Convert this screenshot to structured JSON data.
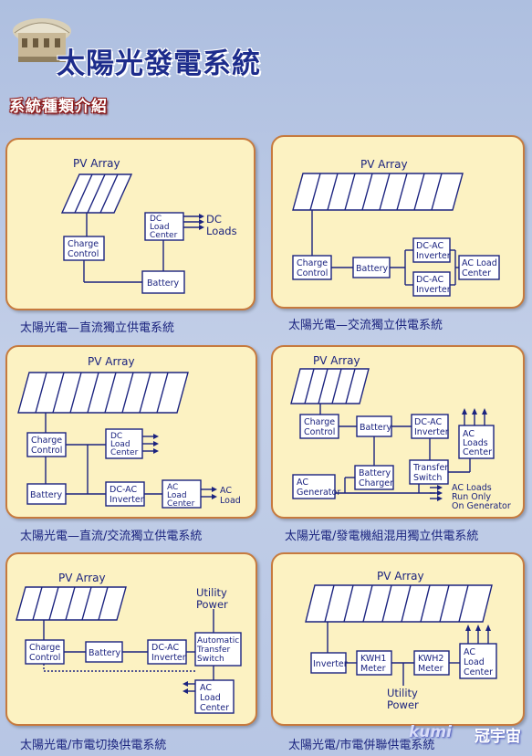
{
  "header": {
    "title": "太陽光發電系統",
    "subtitle": "系統種類介紹"
  },
  "diagrams": [
    {
      "caption": "太陽光電—直流獨立供電系統",
      "pv_label": "PV Array",
      "charge_control": [
        "Charge",
        "Control"
      ],
      "dc_load_center": [
        "DC",
        "Load",
        "Center"
      ],
      "dc_loads": [
        "DC",
        "Loads"
      ],
      "battery": "Battery"
    },
    {
      "caption": "太陽光電—交流獨立供電系統",
      "pv_label": "PV Array",
      "charge_control": [
        "Charge",
        "Control"
      ],
      "battery": "Battery",
      "inverter1": [
        "DC-AC",
        "Inverter"
      ],
      "inverter2": [
        "DC-AC",
        "Inverter"
      ],
      "ac_load_center": [
        "AC Load",
        "Center"
      ]
    },
    {
      "caption": "太陽光電—直流/交流獨立供電系統",
      "pv_label": "PV Array",
      "charge_control": [
        "Charge",
        "Control"
      ],
      "dc_load_center": [
        "DC",
        "Load",
        "Center"
      ],
      "battery": "Battery",
      "inverter": [
        "DC-AC",
        "Inverter"
      ],
      "ac_load_center": [
        "AC",
        "Load",
        "Center"
      ],
      "ac_load": [
        "AC",
        "Load"
      ]
    },
    {
      "caption": "太陽光電/發電機組混用獨立供電系統",
      "pv_label": "PV Array",
      "charge_control": [
        "Charge",
        "Control"
      ],
      "battery": "Battery",
      "inverter": [
        "DC-AC",
        "Inverter"
      ],
      "ac_loads_center": [
        "AC",
        "Loads",
        "Center"
      ],
      "battery_charger": [
        "Battery",
        "Charger"
      ],
      "transfer_switch": [
        "Transfer",
        "Switch"
      ],
      "ac_generator": [
        "AC",
        "Generator"
      ],
      "run_only": [
        "AC Loads",
        "Run Only",
        "On Generator"
      ]
    },
    {
      "caption": "太陽光電/市電切換供電系統",
      "pv_label": "PV Array",
      "utility": [
        "Utility",
        "Power"
      ],
      "charge_control": [
        "Charge",
        "Control"
      ],
      "battery": "Battery",
      "inverter": [
        "DC-AC",
        "Inverter"
      ],
      "ats": [
        "Automatic",
        "Transfer",
        "Switch"
      ],
      "ac_load_center": [
        "AC",
        "Load",
        "Center"
      ]
    },
    {
      "caption": "太陽光電/市電併聯供電系統",
      "pv_label": "PV Array",
      "inverter": "Inverter",
      "kwh1": [
        "KWH1",
        "Meter"
      ],
      "kwh2": [
        "KWH2",
        "Meter"
      ],
      "ac_load_center": [
        "AC",
        "Load",
        "Center"
      ],
      "utility": [
        "Utility",
        "Power"
      ]
    }
  ],
  "watermark": {
    "left": "kumi",
    "right": "冠宇宙"
  },
  "colors": {
    "panel_bg": "#fcf2c2",
    "panel_border": "#c67a3e",
    "line": "#1b237f",
    "caption": "#1a237e"
  }
}
